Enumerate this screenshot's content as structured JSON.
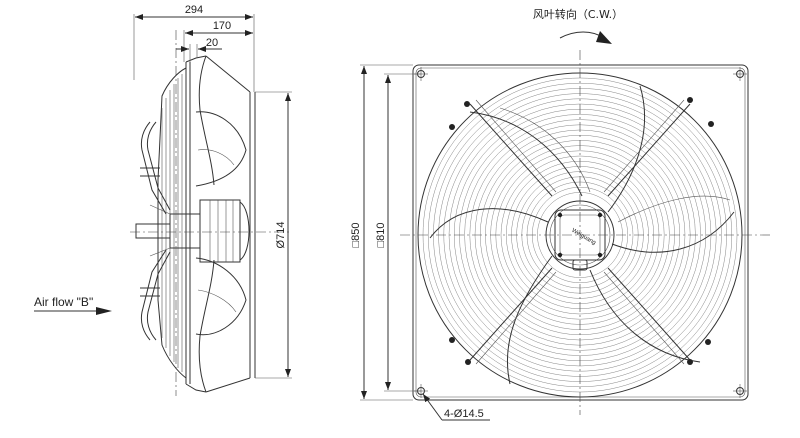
{
  "dimensions": {
    "overall_depth": "294",
    "depth_to_guard": "170",
    "guard_offset": "20",
    "outer_diameter": "Ø714",
    "frame_size": "□850",
    "hole_spacing": "□810",
    "mounting_holes": "4-Ø14.5"
  },
  "labels": {
    "rotation": "风叶转向（C.W.）",
    "airflow": "Air flow \"B\""
  },
  "motor_label": "Weiguang"
}
